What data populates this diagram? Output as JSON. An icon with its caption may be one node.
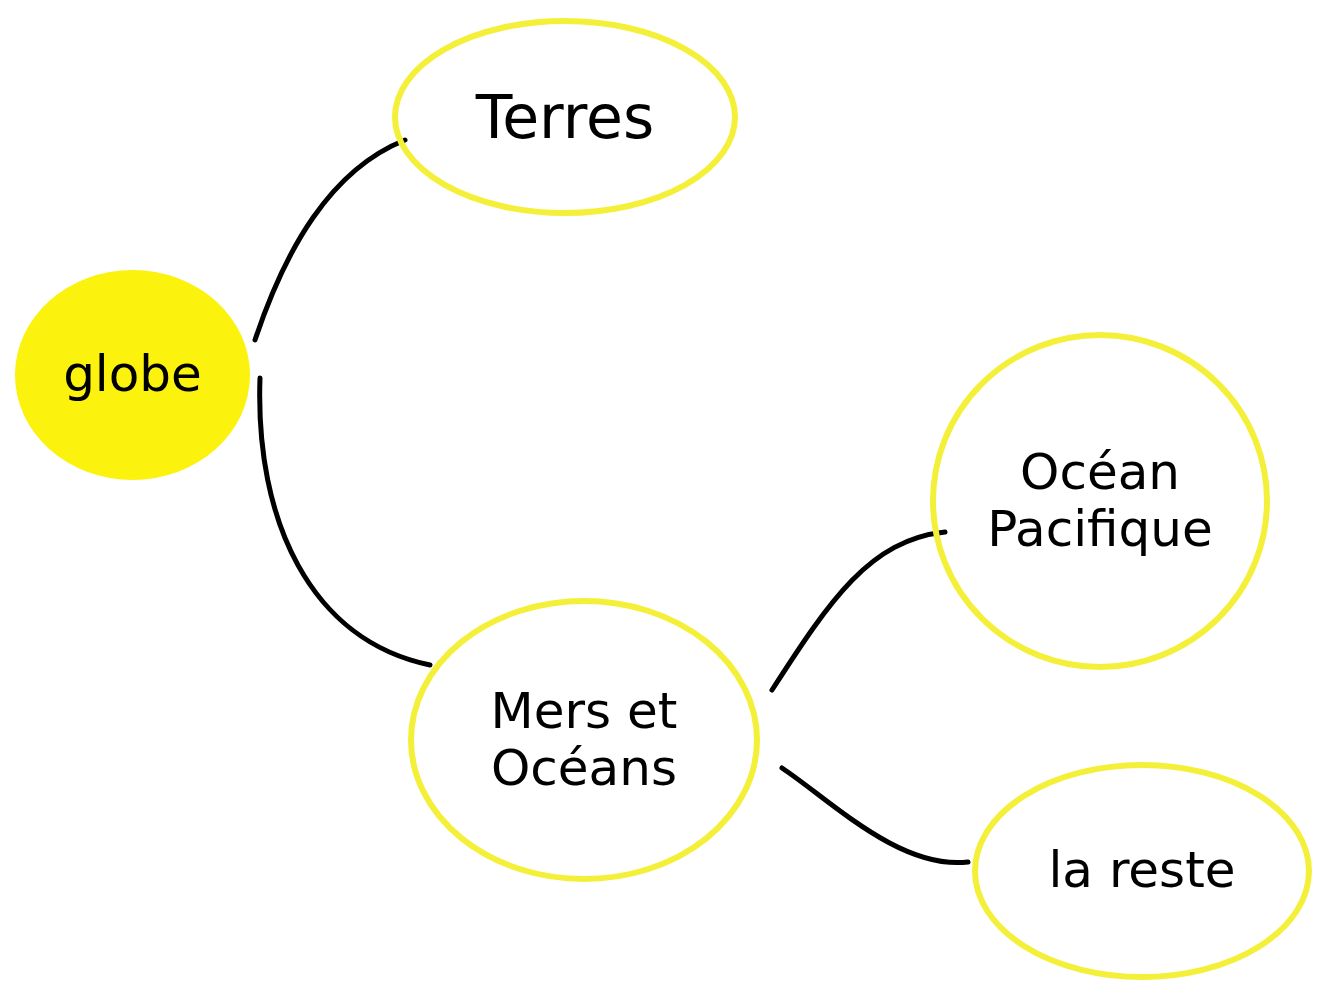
{
  "diagram": {
    "nodes": [
      {
        "text": [
          "globe"
        ]
      },
      {
        "text": [
          "Terres"
        ]
      },
      {
        "text": [
          "Mers et Océans"
        ]
      },
      {
        "text": [
          "Océan Pacifique"
        ]
      },
      {
        "text": [
          "la reste"
        ]
      }
    ],
    "edges": [
      {
        "from": 0,
        "to": 1,
        "arrow": "none"
      },
      {
        "from": 0,
        "to": 2,
        "arrow": "none"
      },
      {
        "from": 2,
        "to": 3,
        "arrow": "none"
      },
      {
        "from": 2,
        "to": 4,
        "arrow": "none"
      }
    ]
  }
}
